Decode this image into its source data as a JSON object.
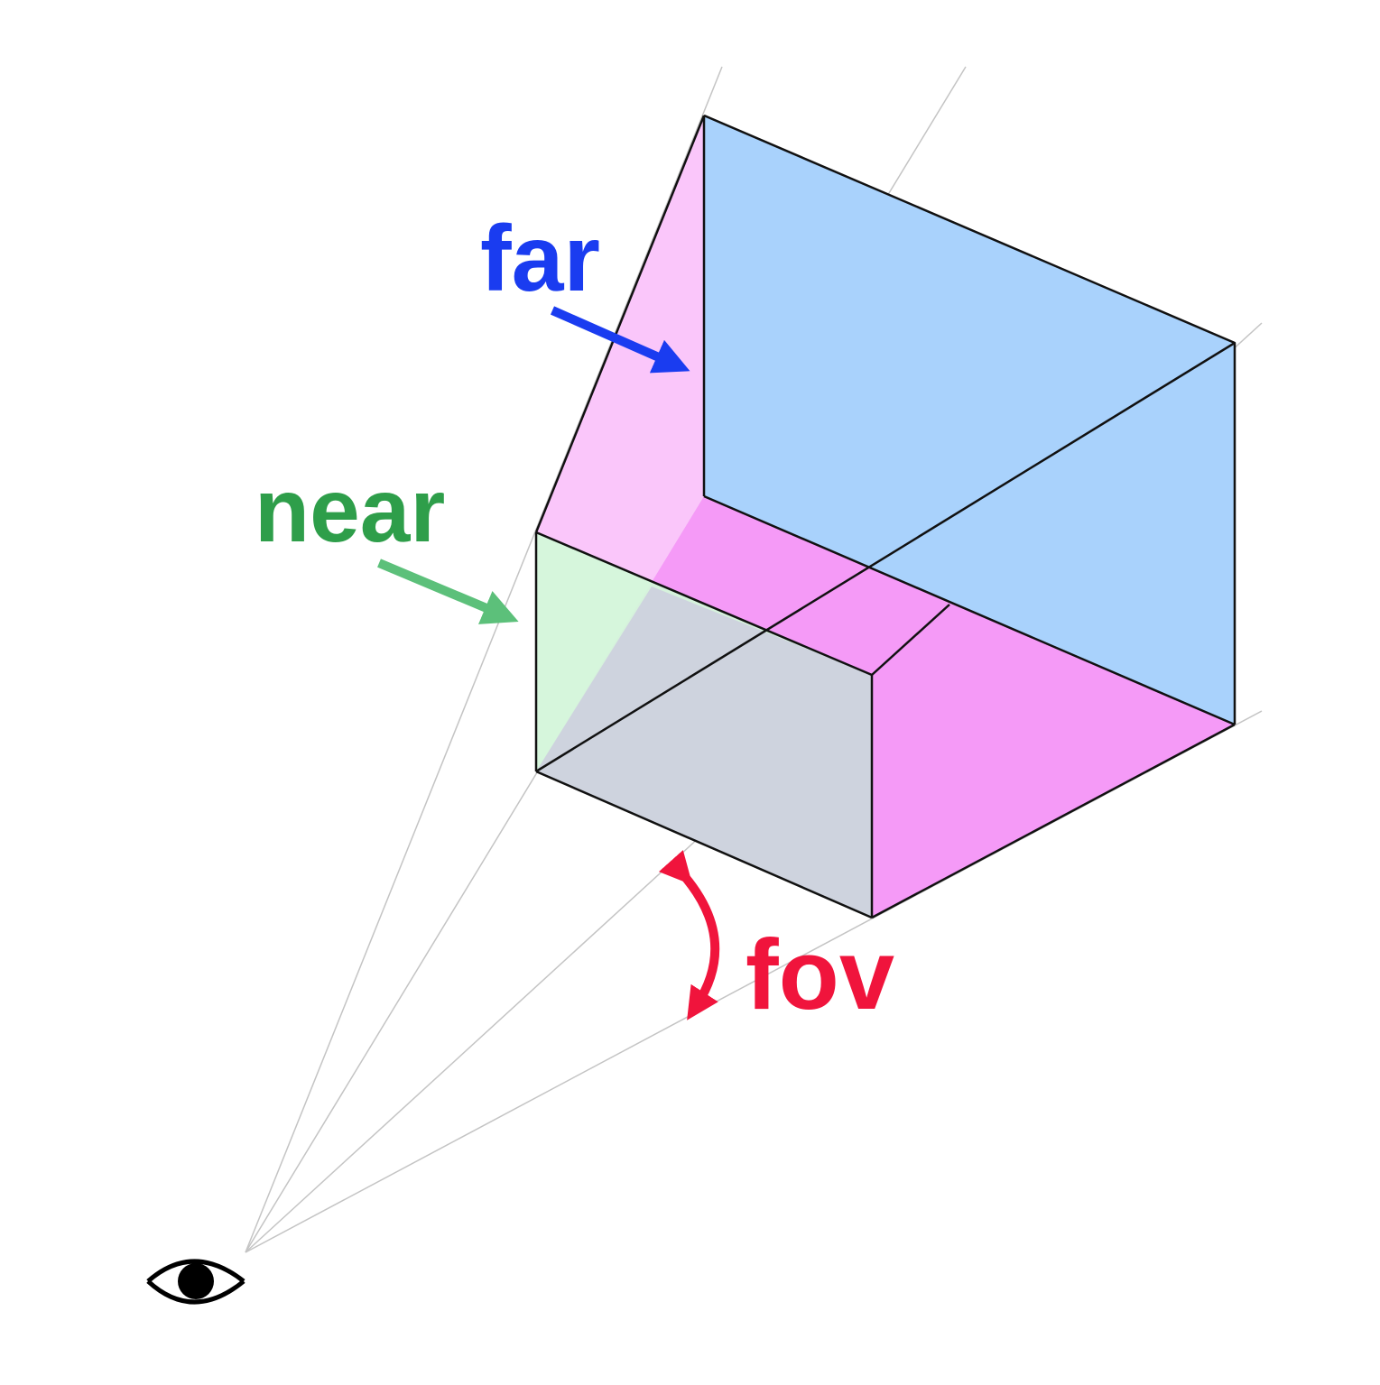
{
  "labels": {
    "far": "far",
    "near": "near",
    "fov": "fov"
  },
  "colors": {
    "far_text": "#1a3cf0",
    "near_text": "#2e9e4a",
    "near_arrow": "#5cc07a",
    "fov": "#f0143c",
    "far_plane": "#a9d2fc",
    "near_plane": "#d3fad9",
    "side_face": "#fac6fa",
    "bottom_face": "#f59af7",
    "front_face": "#ced3de",
    "edge": "#111111",
    "ray": "#c4c4c4"
  },
  "icons": {
    "viewer": "eye-icon"
  }
}
